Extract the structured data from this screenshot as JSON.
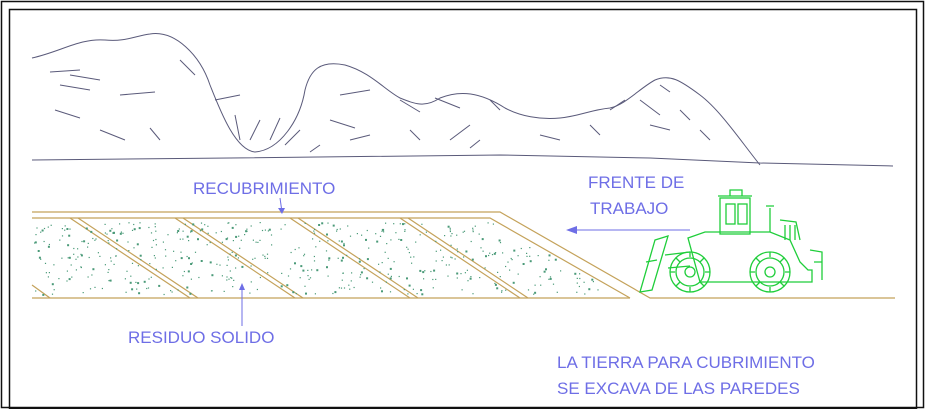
{
  "labels": {
    "recubrimiento": "RECUBRIMIENTO",
    "frente_line1": "FRENTE DE",
    "frente_line2": "TRABAJO",
    "residuo": "RESIDUO SOLIDO",
    "note_line1": "LA TIERRA PARA CUBRIMIENTO",
    "note_line2": "SE EXCAVA DE LAS PAREDES"
  },
  "colors": {
    "hills": "#5a5a7a",
    "cover": "#c4a25a",
    "waste_dots": "#4a9a78",
    "text": "#6e6ee6",
    "bulldozer": "#1fce3a",
    "frame": "#111111"
  },
  "icons": {
    "bulldozer": "bulldozer-icon",
    "arrow": "arrow-left-icon"
  }
}
